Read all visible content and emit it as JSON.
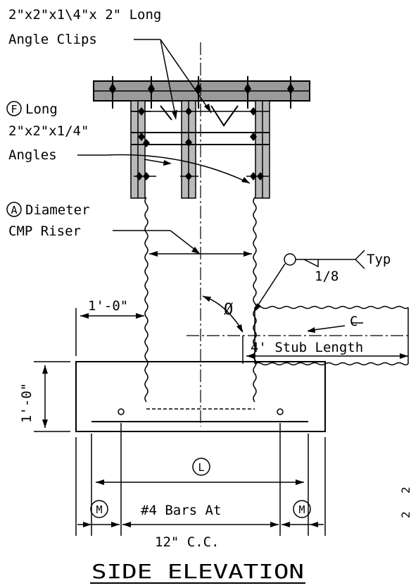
{
  "labels": {
    "clips_line1": "2\"x2\"x1\\4\"x 2\" Long",
    "clips_line2": "Angle Clips",
    "angles_marker": "F",
    "angles_line1": "Long",
    "angles_line2": "2\"x2\"x1/4\"",
    "angles_line3": "Angles",
    "riser_marker": "A",
    "riser_line1": "Diameter",
    "riser_line2": "CMP Riser",
    "weld_typ": "Typ",
    "weld_size": "1/8",
    "phi": "Ø",
    "centerline": "C",
    "dim_left": "1'-0\"",
    "dim_vertical": "1'-0\"",
    "stub_length": "4' Stub Length",
    "length_marker": "L",
    "m_marker_left": "M",
    "m_marker_right": "M",
    "bars_line1": "#4 Bars At",
    "bars_line2": "12\" C.C.",
    "title": "SIDE ELEVATION",
    "edge_fragment_1": "2",
    "edge_fragment_2": "2"
  }
}
